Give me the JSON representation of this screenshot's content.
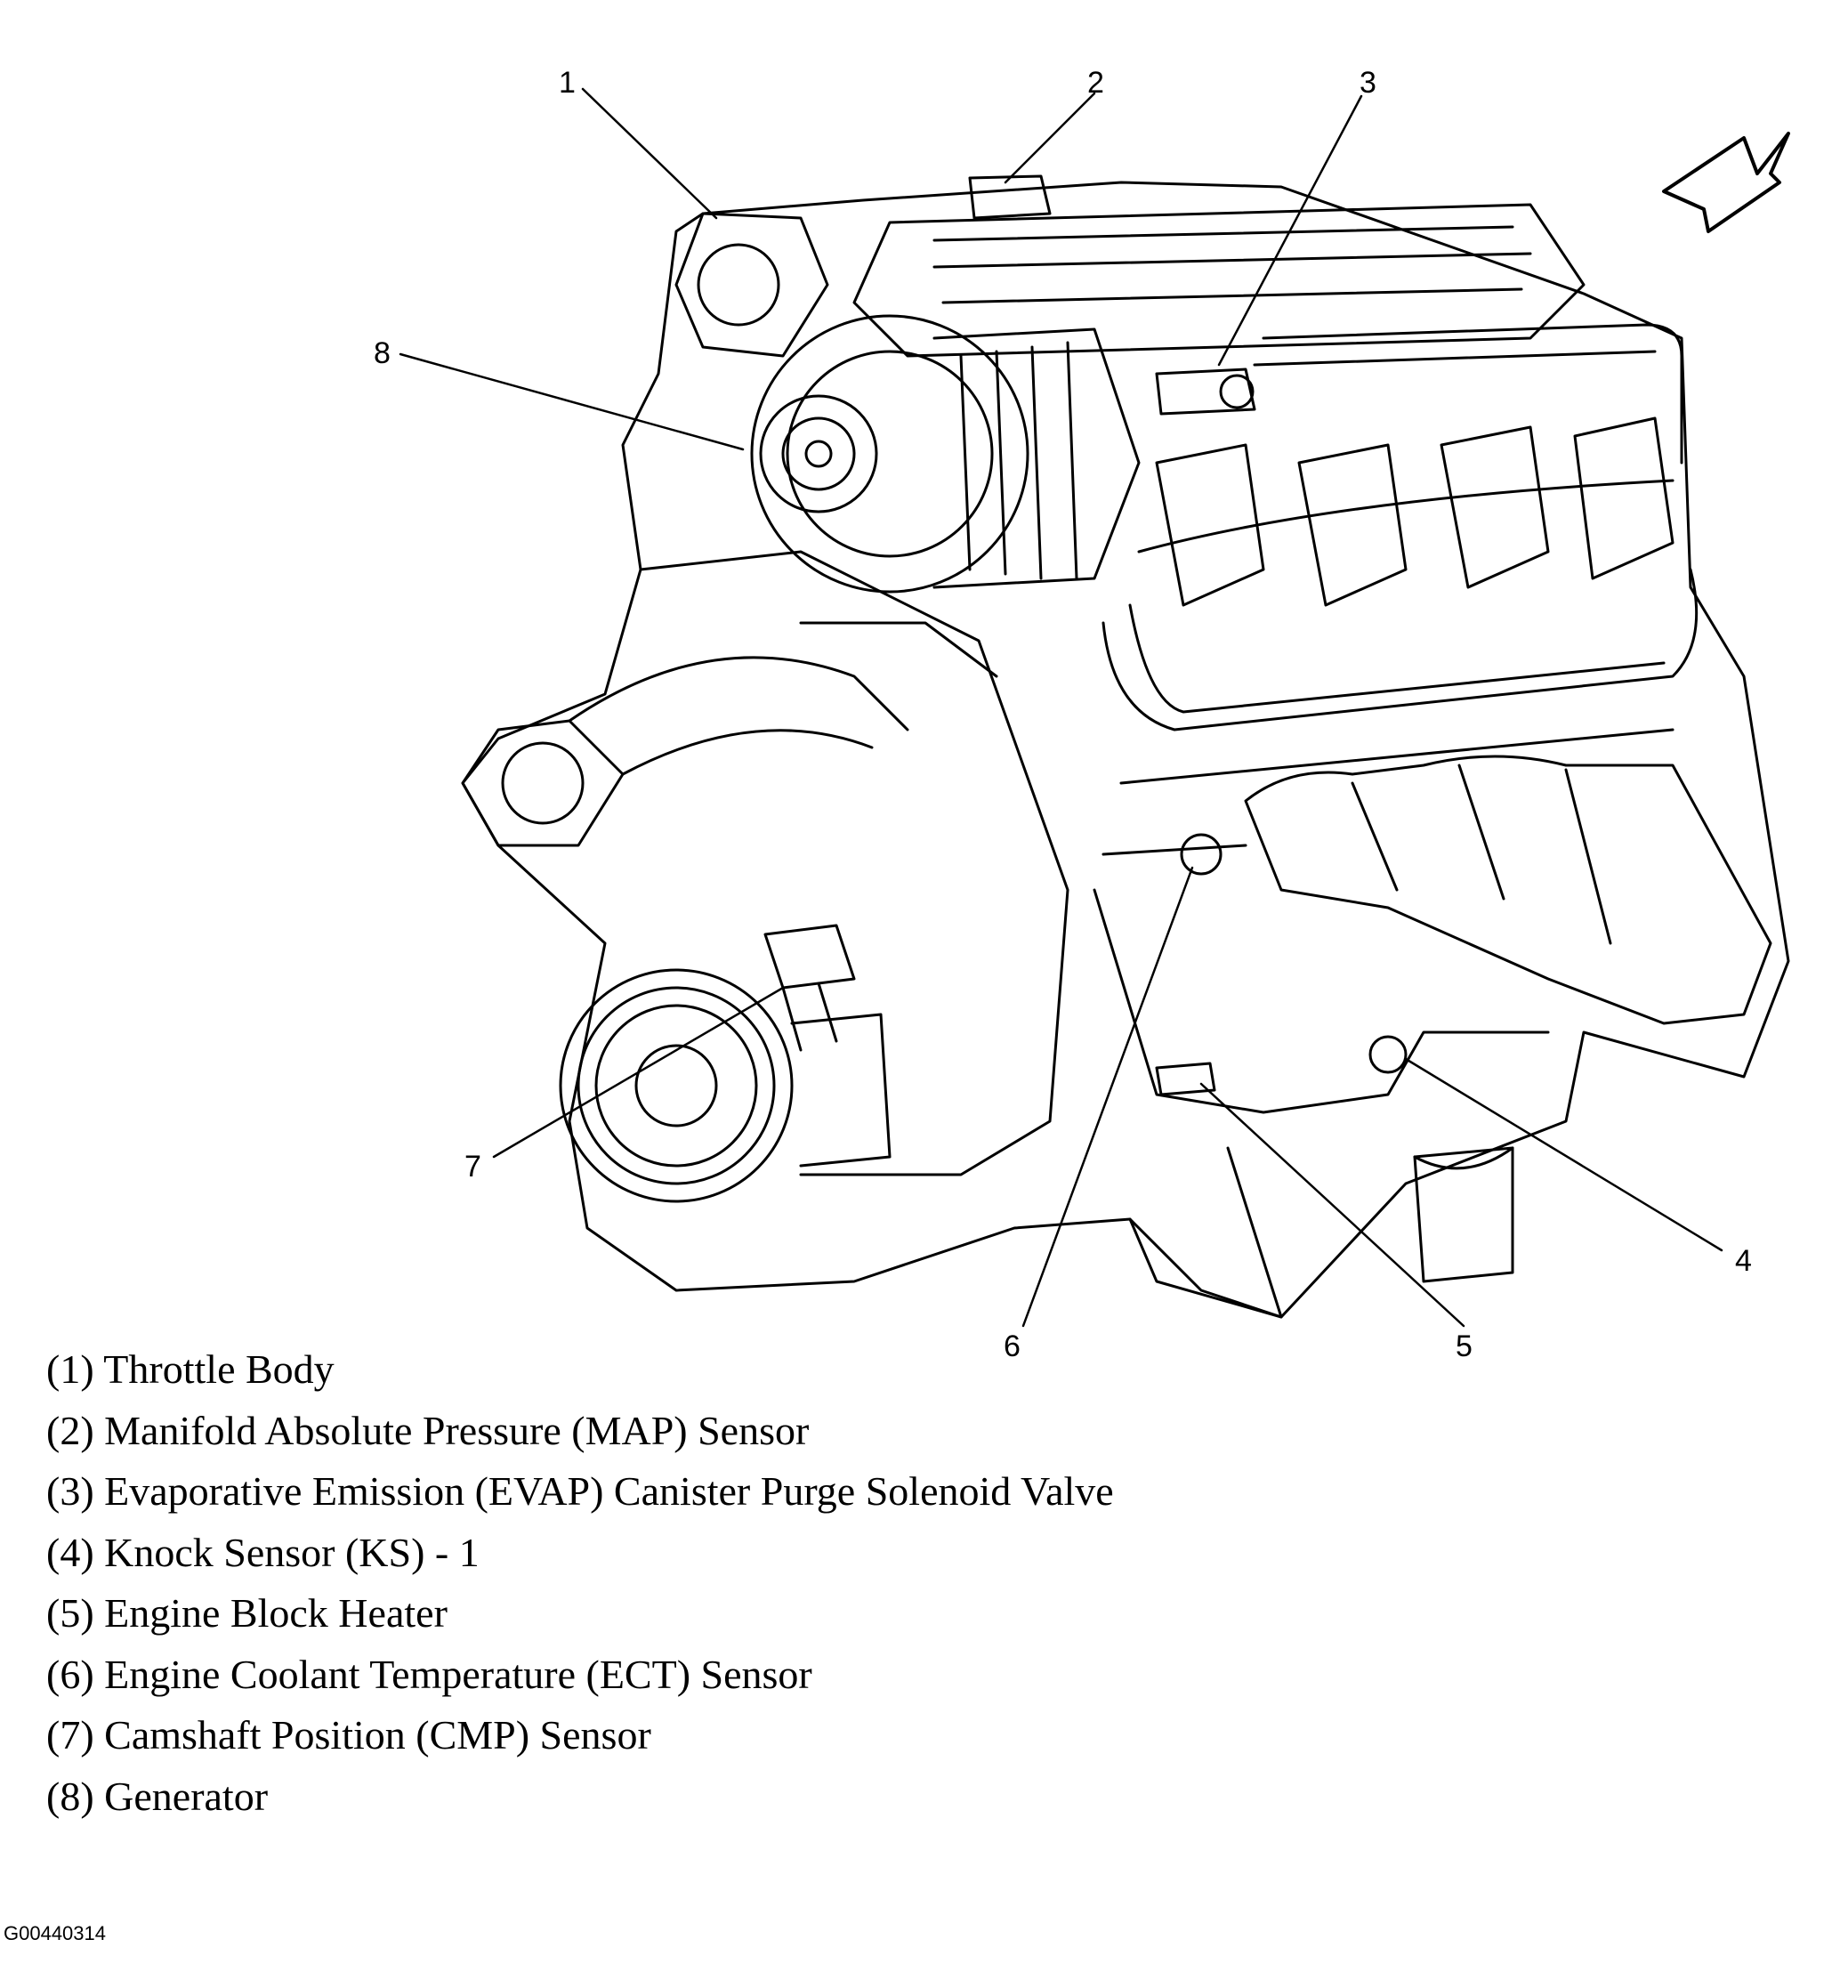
{
  "figure": {
    "id": "G00440314",
    "line_color": "#000000",
    "background": "#ffffff",
    "icons": [
      "direction-arrow-icon"
    ]
  },
  "callouts": [
    {
      "number": "1"
    },
    {
      "number": "2"
    },
    {
      "number": "3"
    },
    {
      "number": "4"
    },
    {
      "number": "5"
    },
    {
      "number": "6"
    },
    {
      "number": "7"
    },
    {
      "number": "8"
    }
  ],
  "legend": [
    {
      "text": "(1) Throttle Body"
    },
    {
      "text": "(2) Manifold Absolute Pressure (MAP) Sensor"
    },
    {
      "text": "(3) Evaporative Emission (EVAP) Canister Purge Solenoid Valve"
    },
    {
      "text": "(4) Knock Sensor (KS) - 1"
    },
    {
      "text": "(5) Engine Block Heater"
    },
    {
      "text": "(6) Engine Coolant Temperature (ECT) Sensor"
    },
    {
      "text": "(7) Camshaft Position (CMP) Sensor"
    },
    {
      "text": "(8) Generator"
    }
  ]
}
